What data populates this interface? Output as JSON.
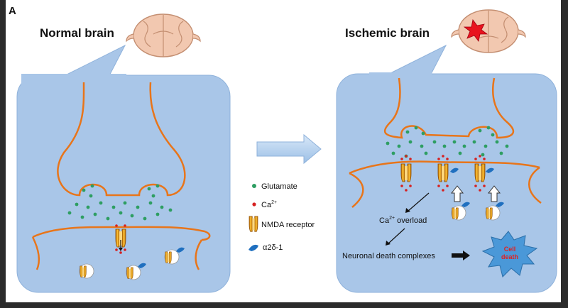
{
  "panel_label": "A",
  "normal": {
    "title": "Normal brain"
  },
  "ischemic": {
    "title": "Ischemic brain",
    "ca_overload": "Ca",
    "ca_overload_sup": "2+",
    "ca_overload_rest": " overload",
    "death_complexes": "Neuronal death complexes",
    "cell_death_line1": "Cell",
    "cell_death_line2": "death"
  },
  "legend": {
    "glutamate": "Glutamate",
    "calcium": "Ca",
    "calcium_sup": "2+",
    "nmda": "NMDA receptor",
    "a2d1": "α2δ-1"
  },
  "colors": {
    "panel_fill": "#a9c6e8",
    "panel_edge": "#8fb2db",
    "membrane": "#e8751a",
    "glutamate": "#2e9e62",
    "calcium": "#d62020",
    "receptor": "#f2a10e",
    "a2d1": "#1f6fbf",
    "star_fill": "#4a98d8",
    "cell_death_text": "#e02020",
    "brain_fill": "#f2c8b0",
    "lesion": "#e8141e"
  },
  "icons": [
    "brain-icon",
    "process-arrow-icon",
    "glutamate-dot-icon",
    "calcium-dot-icon",
    "nmda-receptor-icon",
    "a2d1-icon"
  ]
}
